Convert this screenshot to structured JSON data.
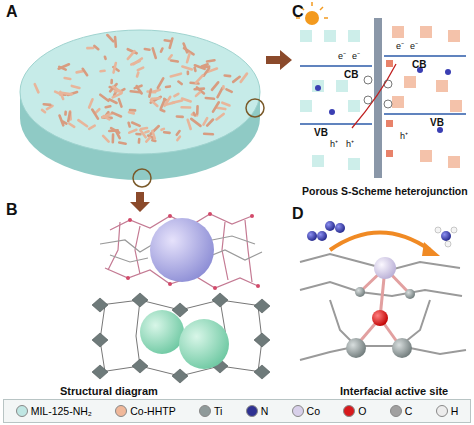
{
  "diagram": {
    "labels": [
      "A",
      "B",
      "C",
      "D",
      "e⁻",
      "e⁻",
      "CB",
      "VB",
      "h⁺",
      "h⁺",
      "e⁻",
      "e⁻",
      "CB",
      "VB",
      "h⁺",
      "Porous S-Scheme heterojunction",
      "Structural diagram",
      "Interfacial active site"
    ],
    "legend": [
      {
        "text": "MIL-125-NH₂",
        "color": "#bfe6e3"
      },
      {
        "text": "Co-HHTP",
        "color": "#f0b89a"
      },
      {
        "text": "Ti",
        "color": "#8f9a9a"
      },
      {
        "text": "N",
        "color": "#2e3192"
      },
      {
        "text": "Co",
        "color": "#d8d0ea"
      },
      {
        "text": "O",
        "color": "#d7191c"
      },
      {
        "text": "C",
        "color": "#a0a0a0"
      },
      {
        "text": "H",
        "color": "#ececec"
      }
    ]
  }
}
